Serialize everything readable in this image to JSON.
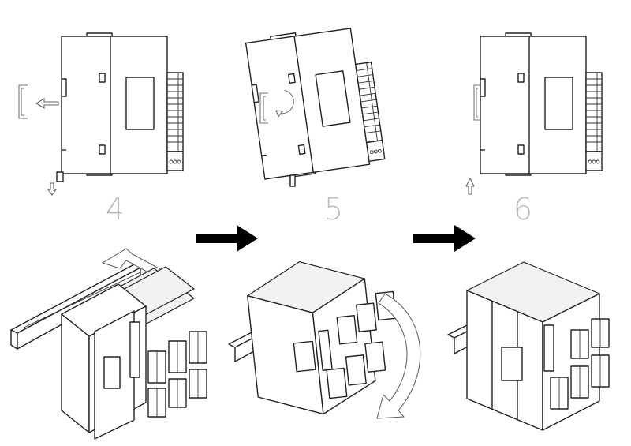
{
  "steps": [
    {
      "number": "4",
      "action": "remove-rail-slide-clip-down"
    },
    {
      "number": "5",
      "action": "rotate-module-off-rail"
    },
    {
      "number": "6",
      "action": "push-clip-up"
    }
  ],
  "colors": {
    "line": "#222222",
    "step_number": "#bdbdbd",
    "flow_arrow": "#000000",
    "background": "#ffffff"
  },
  "icons": [
    "left-arrow-icon",
    "down-arrow-icon",
    "rotate-arrow-icon",
    "up-arrow-icon",
    "right-arrow-icon",
    "curved-arrow-icon"
  ]
}
